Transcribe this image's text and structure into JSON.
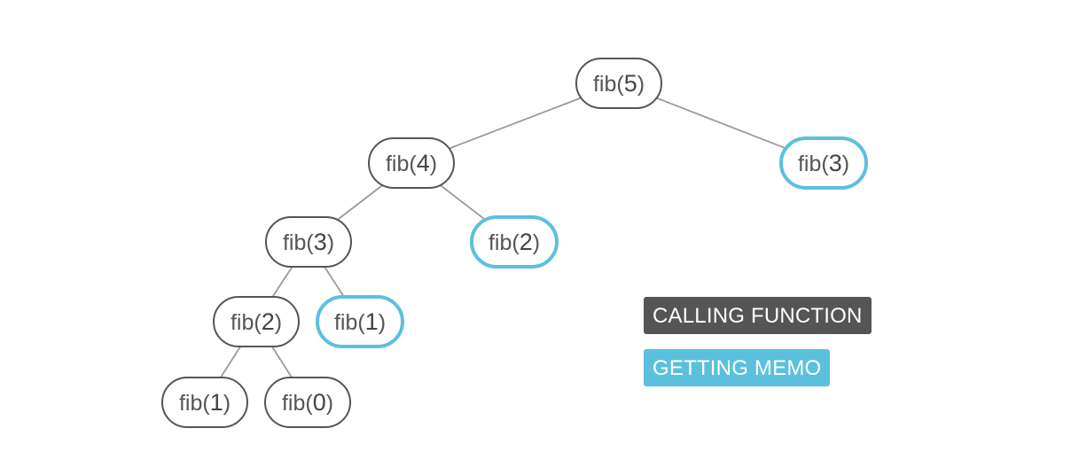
{
  "nodes": [
    {
      "id": "n5",
      "fn": "fib",
      "arg": "5",
      "type": "call"
    },
    {
      "id": "n4",
      "fn": "fib",
      "arg": "4",
      "type": "call"
    },
    {
      "id": "n3r",
      "fn": "fib",
      "arg": "3",
      "type": "memo"
    },
    {
      "id": "n3",
      "fn": "fib",
      "arg": "3",
      "type": "call"
    },
    {
      "id": "n2m",
      "fn": "fib",
      "arg": "2",
      "type": "memo"
    },
    {
      "id": "n2",
      "fn": "fib",
      "arg": "2",
      "type": "call"
    },
    {
      "id": "n1m",
      "fn": "fib",
      "arg": "1",
      "type": "memo"
    },
    {
      "id": "n1",
      "fn": "fib",
      "arg": "1",
      "type": "call"
    },
    {
      "id": "n0",
      "fn": "fib",
      "arg": "0",
      "type": "call"
    }
  ],
  "edges": [
    [
      "n5",
      "n4"
    ],
    [
      "n5",
      "n3r"
    ],
    [
      "n4",
      "n3"
    ],
    [
      "n4",
      "n2m"
    ],
    [
      "n3",
      "n2"
    ],
    [
      "n3",
      "n1m"
    ],
    [
      "n2",
      "n1"
    ],
    [
      "n2",
      "n0"
    ]
  ],
  "legend": {
    "calling_label": "CALLING FUNCTION",
    "memo_label": "GETTING MEMO",
    "calling_color": "#555555",
    "memo_color": "#5bc0de"
  }
}
